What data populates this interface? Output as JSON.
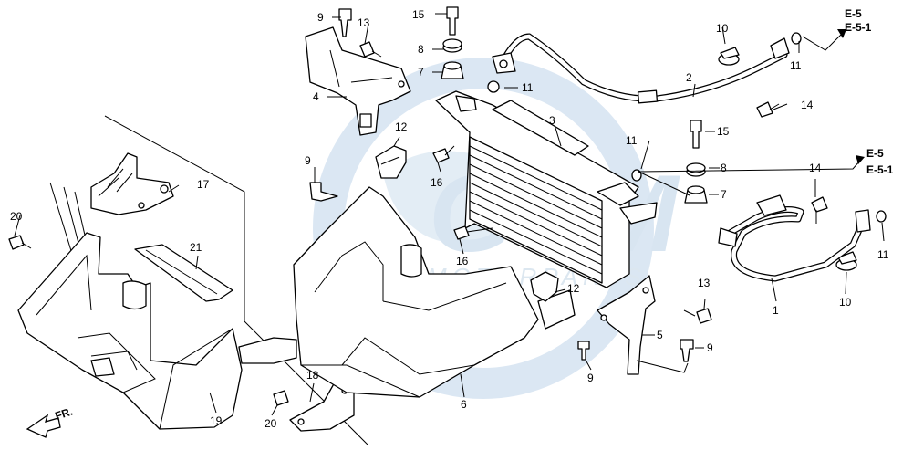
{
  "watermark": {
    "logo_text": "GSM",
    "subtext": "MOTORPARTS",
    "color": "#c9dcef"
  },
  "references": {
    "top_line1": "E-5",
    "top_line2": "E-5-1",
    "mid_line1": "E-5",
    "mid_line2": "E-5-1"
  },
  "direction_marker": {
    "label": "FR."
  },
  "callouts": {
    "c1": "1",
    "c2": "2",
    "c3": "3",
    "c4": "4",
    "c5": "5",
    "c6": "6",
    "c7a": "7",
    "c7b": "7",
    "c8a": "8",
    "c8b": "8",
    "c9a": "9",
    "c9b": "9",
    "c9c": "9",
    "c9d": "9",
    "c10a": "10",
    "c10b": "10",
    "c11a": "11",
    "c11b": "11",
    "c11c": "11",
    "c11d": "11",
    "c12a": "12",
    "c12b": "12",
    "c13a": "13",
    "c13b": "13",
    "c14a": "14",
    "c14b": "14",
    "c15a": "15",
    "c15b": "15",
    "c16a": "16",
    "c16b": "16",
    "c17": "17",
    "c18": "18",
    "c19": "19",
    "c20a": "20",
    "c20b": "20",
    "c21": "21"
  },
  "icons": {
    "direction": "arrow-fr-icon",
    "reference": "arrow-reference-icon"
  }
}
